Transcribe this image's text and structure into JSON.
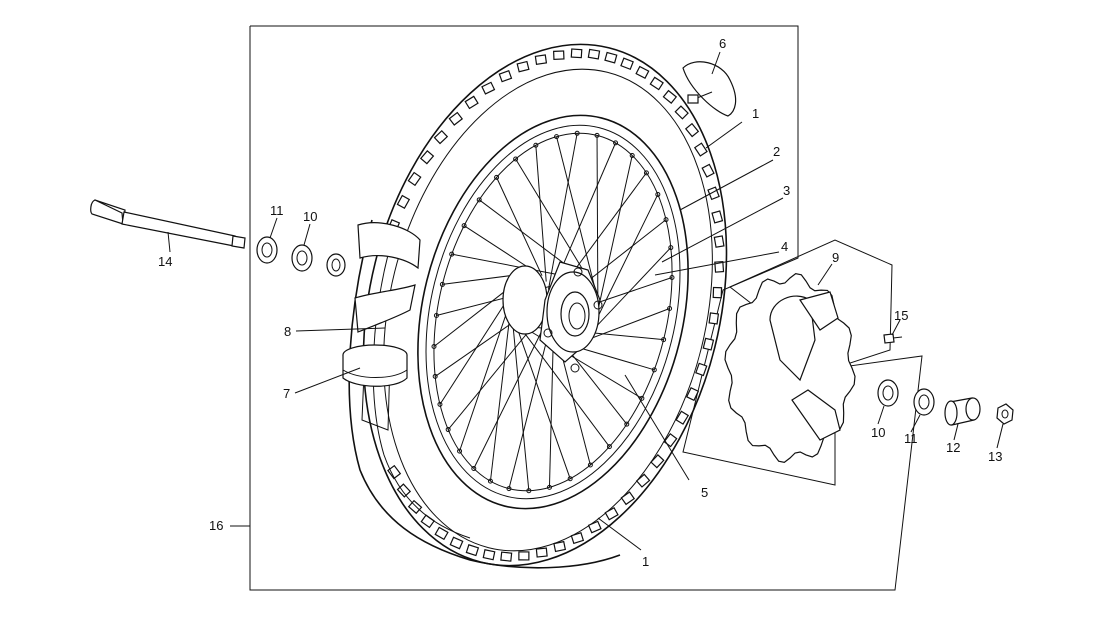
{
  "callouts": {
    "c1_top": "1",
    "c1_bottom": "1",
    "c2": "2",
    "c3": "3",
    "c4": "4",
    "c5": "5",
    "c6": "6",
    "c7": "7",
    "c8": "8",
    "c9": "9",
    "c10_left": "10",
    "c10_right": "10",
    "c11_left": "11",
    "c11_right": "11",
    "c12": "12",
    "c13": "13",
    "c14": "14",
    "c15": "15",
    "c16": "16"
  },
  "colors": {
    "ink": "#111111",
    "paper": "#ffffff"
  }
}
